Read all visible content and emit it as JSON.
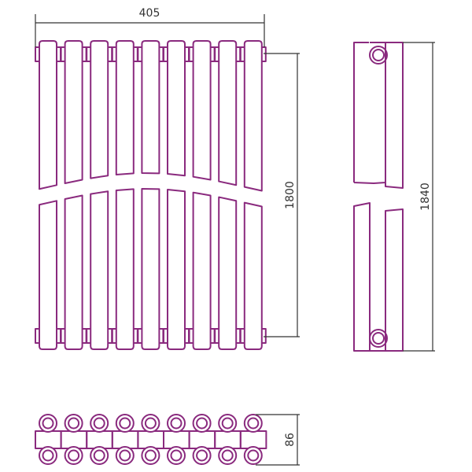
{
  "colors": {
    "outline": "#8a2a7e",
    "dimension": "#333333",
    "background": "#ffffff"
  },
  "radiator": {
    "section_count": 9
  },
  "dimensions": {
    "overall_width": "405",
    "axis_height": "1800",
    "overall_height": "1840",
    "depth": "86"
  }
}
